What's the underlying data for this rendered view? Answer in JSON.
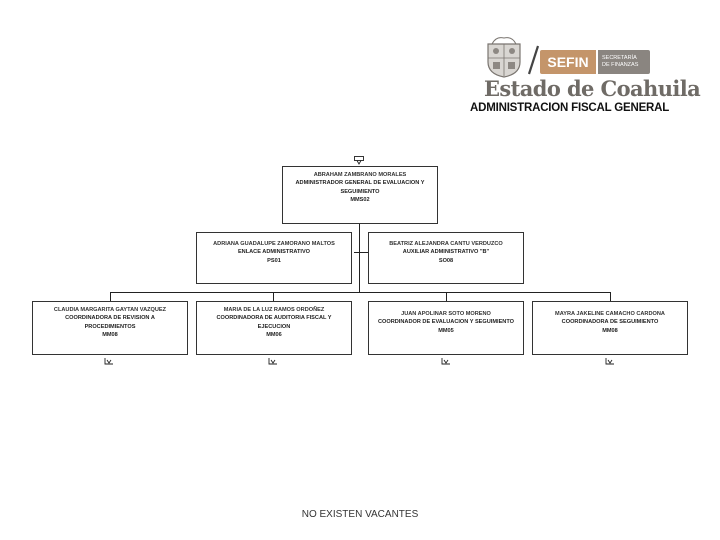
{
  "header": {
    "sefin_label": "SEFIN",
    "secretaria_line1": "SECRETARÍA",
    "secretaria_line2": "DE FINANZAS",
    "state_name": "Estado de Coahuila",
    "agency_name": "ADMINISTRACION FISCAL GENERAL"
  },
  "org_chart": {
    "root": {
      "name": "ABRAHAM ZAMBRANO MORALES",
      "title": "ADMINISTRADOR GENERAL DE EVALUACION Y SEGUIMIENTO",
      "code": "MMS02"
    },
    "assistants": [
      {
        "name": "ADRIANA GUADALUPE ZAMORANO MALTOS",
        "title": "ENLACE ADMINISTRATIVO",
        "code": "PS01"
      },
      {
        "name": "BEATRIZ ALEJANDRA CANTU VERDUZCO",
        "title": "AUXILIAR ADMINISTRATIVO \"B\"",
        "code": "SO08"
      }
    ],
    "coordinators": [
      {
        "name": "CLAUDIA MARGARITA GAYTAN VAZQUEZ",
        "title": "COORDINADORA DE REVISION A PROCEDIMIENTOS",
        "code": "MM08"
      },
      {
        "name": "MARIA DE LA LUZ RAMOS ORDOÑEZ",
        "title": "COORDINADORA DE AUDITORIA FISCAL Y EJECUCION",
        "code": "MM06"
      },
      {
        "name": "JUAN APOLINAR SOTO MORENO",
        "title": "COORDINADOR DE EVALUACION Y SEGUIMIENTO",
        "code": "MM05"
      },
      {
        "name": "MAYRA JAKELINE CAMACHO CARDONA",
        "title": "COORDINADORA DE SEGUIMIENTO",
        "code": "MM08"
      }
    ]
  },
  "footer": {
    "note": "NO EXISTEN VACANTES"
  }
}
